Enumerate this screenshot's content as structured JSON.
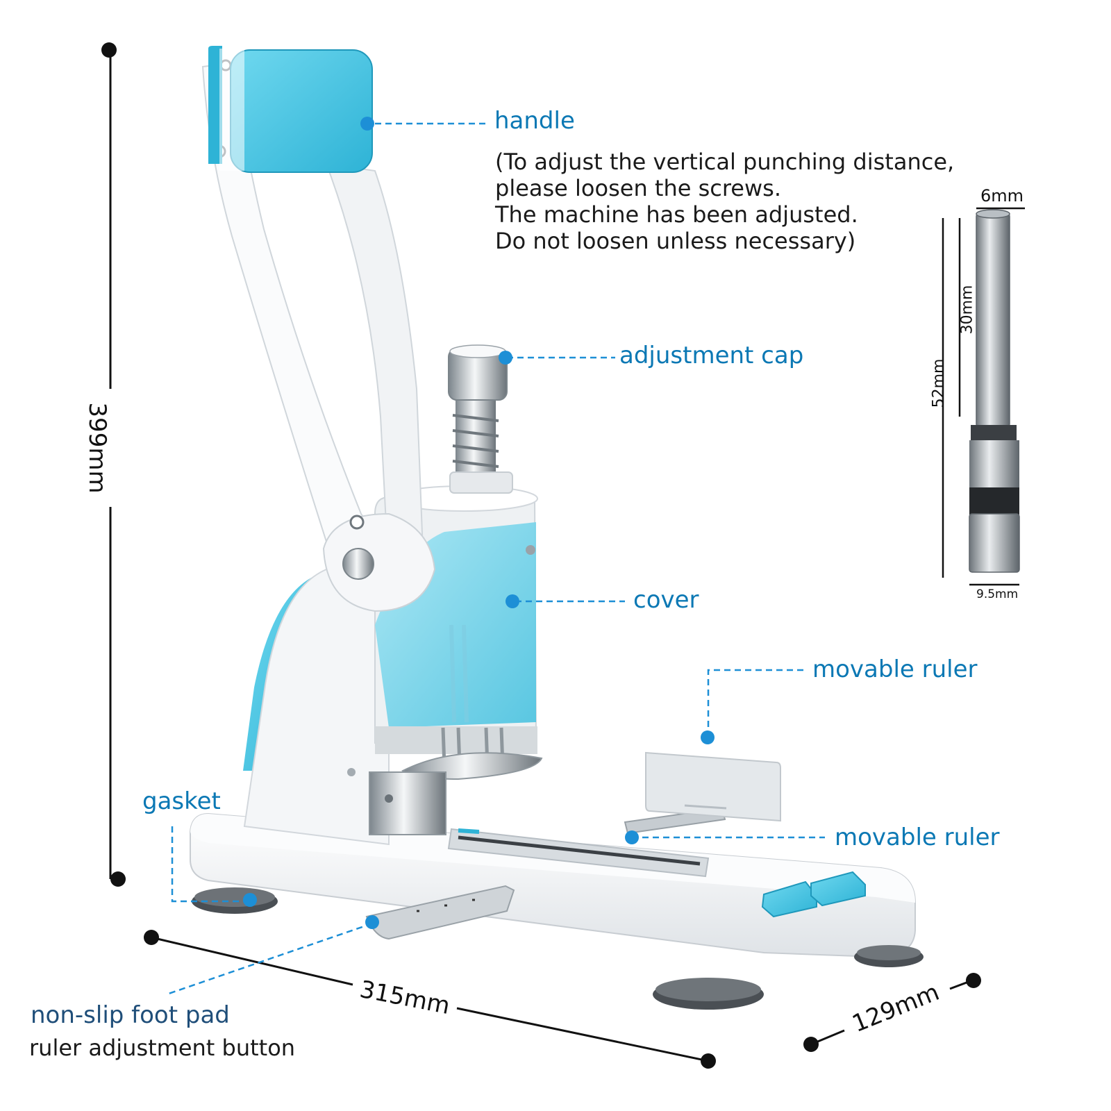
{
  "colors": {
    "accent_blue": "#3fc1df",
    "label_blue": "#0b78b4",
    "label_navy": "#1f4e79",
    "body_white": "#f2f4f6",
    "dot_blue": "#1d8fd6"
  },
  "labels": {
    "handle": "handle",
    "handle_note": [
      "(To adjust the vertical punching distance,",
      "please loosen the screws.",
      "The machine has been adjusted.",
      "Do not loosen unless necessary)"
    ],
    "adjustment_cap": "adjustment cap",
    "cover": "cover",
    "movable_ruler_top": "movable ruler",
    "movable_ruler_bottom": "movable ruler",
    "gasket": "gasket",
    "non_slip_foot_pad": "non-slip foot pad",
    "ruler_adjustment_button": "ruler adjustment button"
  },
  "dimensions": {
    "height": "399mm",
    "length": "315mm",
    "width": "129mm"
  },
  "drill_bit": {
    "top_diameter": "6mm",
    "inner_length": "30mm",
    "total_length": "52mm",
    "bottom_diameter": "9.5mm"
  }
}
